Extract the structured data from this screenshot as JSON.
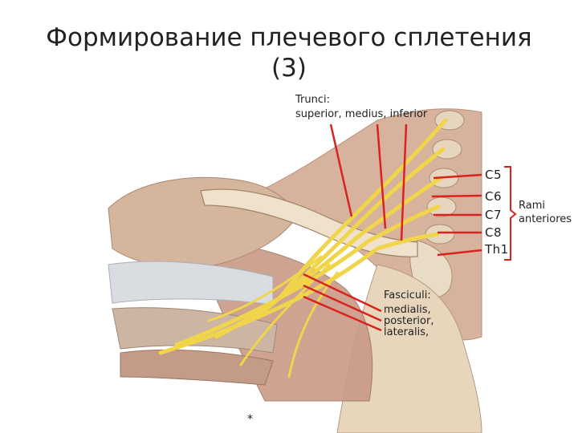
{
  "slide": {
    "title_line1": "Формирование плечевого сплетения",
    "title_line2": "(3)"
  },
  "labels": {
    "trunci_heading": "Trunci:",
    "trunci_list": "superior, medius, inferior",
    "levels": [
      "C5",
      "C6",
      "C7",
      "C8",
      "Th1"
    ],
    "rami_line1": "Rami",
    "rami_line2": "anteriores",
    "fasciculi_heading": "Fasciculi:",
    "fasciculi_items": [
      "medialis,",
      "posterior,",
      "lateralis,"
    ],
    "footnote_mark": "*"
  },
  "colors": {
    "arrow": "#d8231f",
    "nerve": "#f0d54a",
    "bone": "#e4cfb4",
    "muscle": "#c99a86",
    "tendon": "#d9dde2"
  }
}
